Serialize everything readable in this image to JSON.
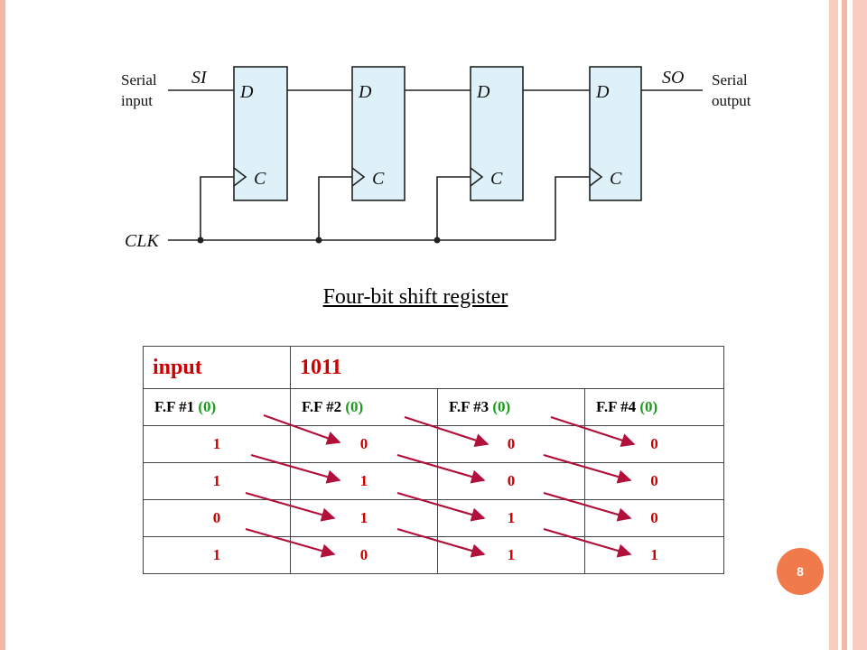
{
  "circuit": {
    "serial_input_line1": "Serial",
    "serial_input_line2": "input",
    "si": "SI",
    "so": "SO",
    "serial_output_line1": "Serial",
    "serial_output_line2": "output",
    "clk": "CLK",
    "d_label": "D",
    "c_label": "C"
  },
  "caption": "Four-bit shift register",
  "table": {
    "input_label": "input",
    "input_value": "1011",
    "headers": [
      {
        "name": "F.F #1",
        "init": "(0)"
      },
      {
        "name": "F.F #2",
        "init": "(0)"
      },
      {
        "name": "F.F #3",
        "init": "(0)"
      },
      {
        "name": "F.F #4",
        "init": "(0)"
      }
    ],
    "rows": [
      [
        "1",
        "0",
        "0",
        "0"
      ],
      [
        "1",
        "1",
        "0",
        "0"
      ],
      [
        "0",
        "1",
        "1",
        "0"
      ],
      [
        "1",
        "0",
        "1",
        "1"
      ]
    ]
  },
  "colors": {
    "accent_red": "#cc0000",
    "init_green": "#1a9a1a",
    "arrow": "#b0103a",
    "badge": "#f07a4a"
  },
  "page_number": "8"
}
